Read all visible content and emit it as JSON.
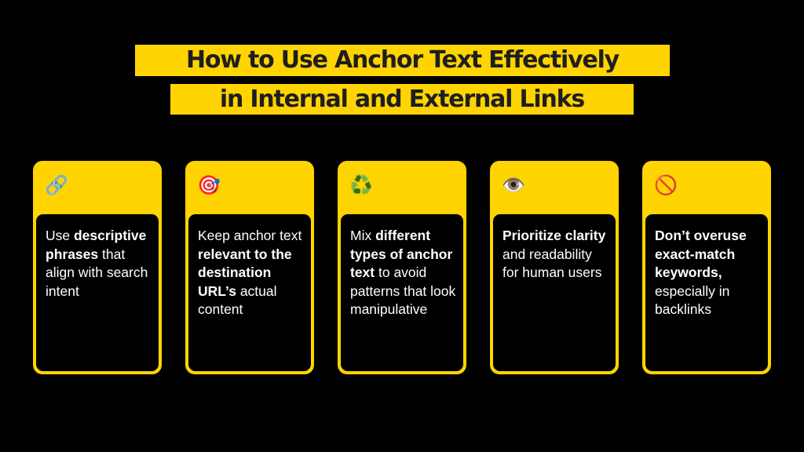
{
  "title": {
    "line1": "How to Use Anchor Text Effectively",
    "line2": "in Internal and External Links"
  },
  "colors": {
    "accent": "#FFD400",
    "background": "#000000",
    "title_text": "#1e1e1e",
    "card_text": "#ffffff"
  },
  "cards": [
    {
      "icon": "🔗",
      "icon_name": "link-icon",
      "parts": [
        {
          "t": "Use ",
          "b": false
        },
        {
          "t": "descriptive phrases",
          "b": true
        },
        {
          "t": " that align with search intent",
          "b": false
        }
      ]
    },
    {
      "icon": "🎯",
      "icon_name": "target-icon",
      "parts": [
        {
          "t": "Keep anchor text ",
          "b": false
        },
        {
          "t": "relevant to the destination URL’s",
          "b": true
        },
        {
          "t": " actual content",
          "b": false
        }
      ]
    },
    {
      "icon": "♻️",
      "icon_name": "recycle-icon",
      "parts": [
        {
          "t": "Mix ",
          "b": false
        },
        {
          "t": "different types of anchor text",
          "b": true
        },
        {
          "t": " to avoid patterns that look manipulative",
          "b": false
        }
      ]
    },
    {
      "icon": "👁️",
      "icon_name": "eye-icon",
      "parts": [
        {
          "t": "Prioritize clarity",
          "b": true
        },
        {
          "t": " and readability for human users",
          "b": false
        }
      ]
    },
    {
      "icon": "🚫",
      "icon_name": "prohibited-icon",
      "parts": [
        {
          "t": "Don’t overuse exact-match keywords,",
          "b": true
        },
        {
          "t": " especially in backlinks",
          "b": false
        }
      ]
    }
  ]
}
